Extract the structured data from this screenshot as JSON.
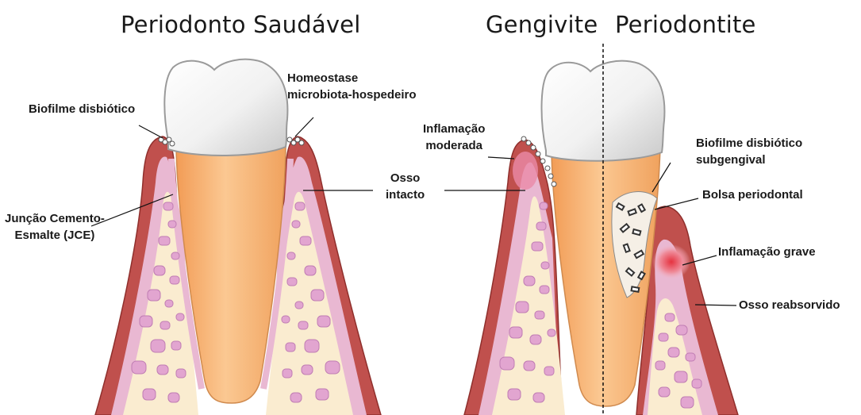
{
  "titles": {
    "healthy": "Periodonto Saudável",
    "gingivitis": "Gengivite",
    "periodontitis": "Periodontite"
  },
  "labels": {
    "biofilm_dysbiotic": "Biofilme disbiótico",
    "homeostasis_line1": "Homeostase",
    "homeostasis_line2": "microbiota-hospedeiro",
    "cej_line1": "Junção Cemento-",
    "cej_line2": "Esmalte (JCE)",
    "bone_intact_line1": "Osso",
    "bone_intact_line2": "intacto",
    "inflammation_moderate_line1": "Inflamação",
    "inflammation_moderate_line2": "moderada",
    "subgingival_biofilm_line1": "Biofilme disbiótico",
    "subgingival_biofilm_line2": "subgengival",
    "periodontal_pocket": "Bolsa periodontal",
    "inflammation_severe": "Inflamação grave",
    "bone_resorbed": "Osso reabsorvido"
  },
  "colors": {
    "gum": "#c0504d",
    "gum_dark": "#8f2f2c",
    "ligament": "#e9b8d2",
    "bone": "#faecd0",
    "bone_cell": "#e2a5d0",
    "root": "#f7b472",
    "crown": "#f4f4f4",
    "inflammation": "#e03848"
  }
}
